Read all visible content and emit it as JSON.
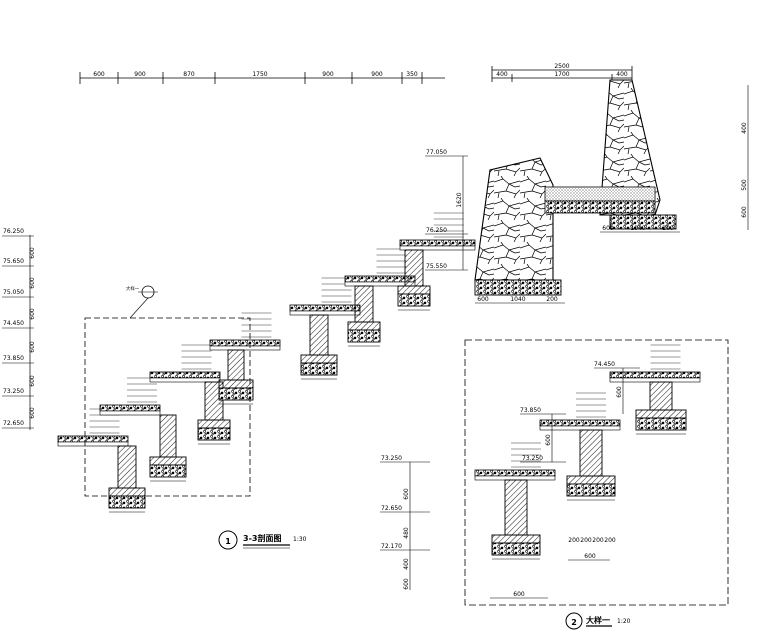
{
  "top_dimensions": [
    "600",
    "900",
    "870",
    "1750",
    "900",
    "900",
    "350"
  ],
  "right_dimension_total": "2500",
  "right_dimensions": [
    "400",
    "1700",
    "400"
  ],
  "left_levels": [
    "76.250",
    "75.650",
    "75.050",
    "74.450",
    "73.850",
    "73.250",
    "72.650"
  ],
  "left_level_dims": [
    "600",
    "600",
    "600",
    "600",
    "600",
    "600"
  ],
  "mid_levels": [
    "77.050",
    "76.250",
    "75.550"
  ],
  "wall_right_dims": [
    "400",
    "1620",
    "500",
    "600"
  ],
  "wall_bottom_dims": [
    "600",
    "1040",
    "200"
  ],
  "detail_levels": [
    "74.450",
    "73.850",
    "73.250",
    "73.250",
    "72.650",
    "72.170"
  ],
  "detail_dims_right": [
    "600",
    "600"
  ],
  "detail_dims_left": [
    "600",
    "480",
    "400",
    "600"
  ],
  "small_dims": [
    "600",
    "600",
    "600",
    "600",
    "600",
    "600"
  ],
  "footing_bottom_dims": [
    "200",
    "200",
    "200",
    "200",
    "600"
  ],
  "label_detail_ref": "大样一",
  "titles": {
    "sec_num": "1",
    "section": "3-3剖面图",
    "section_scale": "1:30",
    "det_num": "2",
    "detail": "大样一",
    "detail_scale": "1:20"
  }
}
